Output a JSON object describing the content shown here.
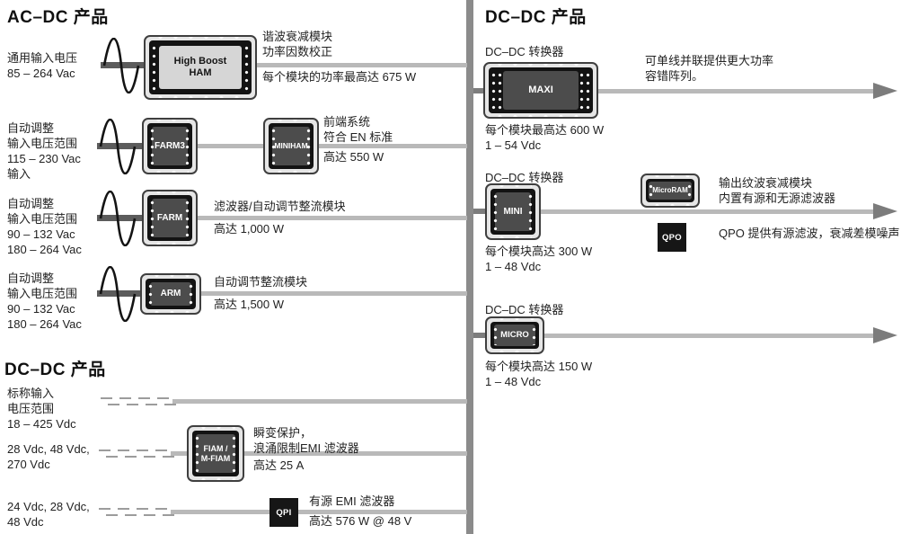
{
  "left": {
    "title_top": "AC–DC 产品",
    "title_bottom": "DC–DC 产品",
    "rows_ac": [
      {
        "label": "通用输入电压\n85 – 264 Vac"
      },
      {
        "label": "自动调整\n输入电压范围\n115 – 230 Vac\n输入"
      },
      {
        "label": "自动调整\n输入电压范围\n90 – 132 Vac\n180 – 264 Vac"
      },
      {
        "label": "自动调整\n输入电压范围\n90 – 132 Vac\n180 – 264 Vac"
      }
    ],
    "rows_dc": [
      {
        "label": "标称输入\n电压范围\n18 – 425 Vdc"
      },
      {
        "label": "28 Vdc, 48 Vdc,\n270 Vdc"
      },
      {
        "label": "24 Vdc, 28 Vdc,\n48 Vdc"
      }
    ]
  },
  "modules": {
    "ham": "High Boost\nHAM",
    "farm3": "FARM3",
    "miniham": "MINIHAM",
    "farm": "FARM",
    "arm": "ARM",
    "fiam": "FIAM /\nM-FIAM",
    "qpi": "QPI",
    "maxi": "MAXI",
    "mini": "MINI",
    "micro": "MICRO",
    "microram": "MicroRAM",
    "qpo": "QPO"
  },
  "notes": {
    "ham_above": "谐波衰减模块\n功率因数校正",
    "ham_below": "每个模块的功率最高达 675 W",
    "miniham_above": "前端系统\n符合 EN 标准",
    "miniham_below": "高达 550 W",
    "farm_above": "滤波器/自动调节整流模块",
    "farm_below": "高达 1,000 W",
    "arm_above": "自动调节整流模块",
    "arm_below": "高达 1,500 W",
    "fiam_above": "瞬变保护，\n浪涌限制EMI 滤波器",
    "fiam_below": "高达 25 A",
    "qpi_above": "有源 EMI 滤波器",
    "qpi_below": "高达 576 W @ 48 V"
  },
  "right": {
    "title": "DC–DC 产品",
    "converter_label": "DC–DC 转换器",
    "maxi_note": "可单线并联提供更大功率\n容错阵列。",
    "maxi_spec": "每个模块最高达 600 W\n1 – 54 Vdc",
    "mini_spec": "每个模块高达 300 W\n1 – 48 Vdc",
    "micro_spec": "每个模块高达 150 W\n1 – 48 Vdc",
    "microram_note": "输出纹波衰减模块\n内置有源和无源滤波器",
    "qpo_note": "QPO 提供有源滤波，衰减差模噪声"
  },
  "colors": {
    "line_light": "#b9b9b9",
    "line_dark": "#5c5c5c",
    "divider": "#8b8b8b",
    "module_frame": "#131313",
    "module_panel": "#4c4c4c"
  }
}
